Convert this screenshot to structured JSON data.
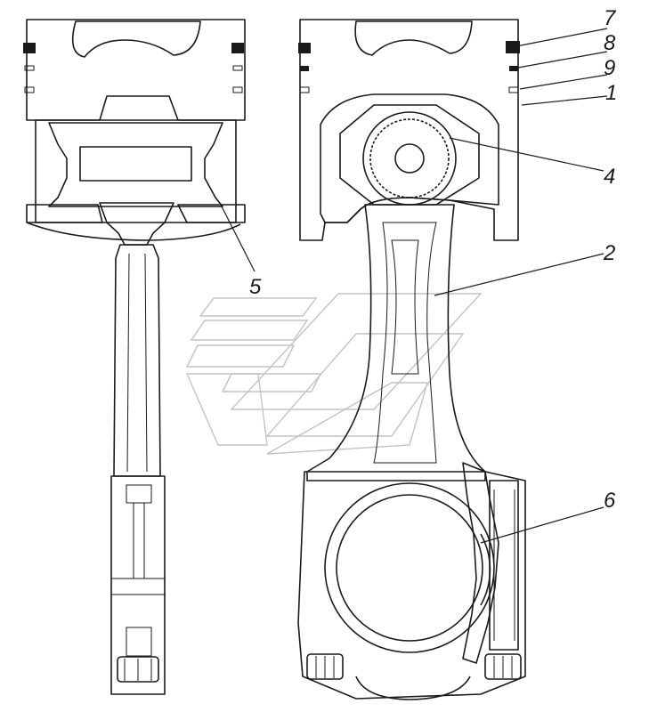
{
  "figure": {
    "callouts": [
      {
        "id": "7",
        "label": "7"
      },
      {
        "id": "8",
        "label": "8"
      },
      {
        "id": "9",
        "label": "9"
      },
      {
        "id": "1",
        "label": "1"
      },
      {
        "id": "4",
        "label": "4"
      },
      {
        "id": "2",
        "label": "2"
      },
      {
        "id": "5",
        "label": "5"
      },
      {
        "id": "6",
        "label": "6"
      }
    ]
  }
}
